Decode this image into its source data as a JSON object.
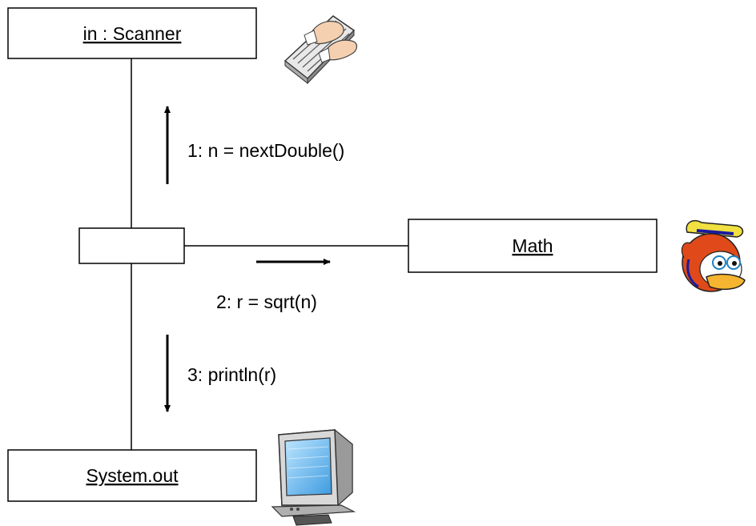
{
  "objects": {
    "scanner": "in : Scanner",
    "math": "Math",
    "system_out": "System.out",
    "caller": ""
  },
  "messages": {
    "m1": "1: n = nextDouble()",
    "m2": "2: r = sqrt(n)",
    "m3": "3: println(r)"
  },
  "icons": {
    "keyboard": "keyboard-hands-icon",
    "duck": "cartoon-duck-icon",
    "monitor": "crt-monitor-icon"
  }
}
